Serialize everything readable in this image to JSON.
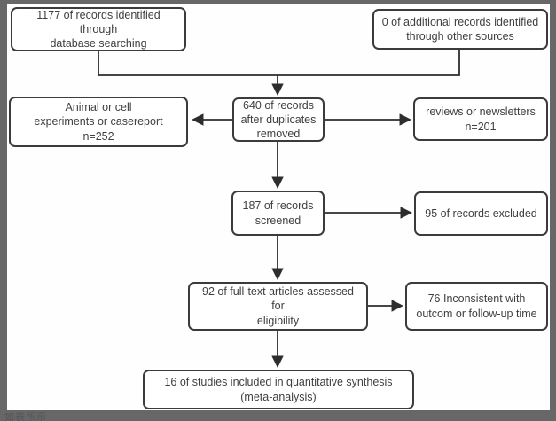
{
  "diagram": {
    "type": "flowchart",
    "description_colors": {
      "frame": "#676767",
      "box_border": "#3b3b3b",
      "box_fill": "#ffffff",
      "text": "#3f3f3f",
      "arrow": "#2d2d2d",
      "background": "#fefefe"
    },
    "nodes": [
      {
        "id": "records-identified-database",
        "text": "1177 of records identified through\ndatabase searching"
      },
      {
        "id": "records-identified-other",
        "text": "0 of additional records identified\nthrough other sources"
      },
      {
        "id": "excluded-animal-cell",
        "text": "Animal or cell\nexperiments or casereport\nn=252"
      },
      {
        "id": "records-after-duplicates",
        "text": "640 of records\nafter duplicates\nremoved"
      },
      {
        "id": "excluded-reviews-newsletters",
        "text": "reviews or newsletters\nn=201"
      },
      {
        "id": "records-screened",
        "text": "187 of records\nscreened"
      },
      {
        "id": "records-excluded",
        "text": "95 of records excluded"
      },
      {
        "id": "fulltext-assessed",
        "text": "92 of full-text articles assessed for\neligibility"
      },
      {
        "id": "excluded-inconsistent",
        "text": "76 Inconsistent with\noutcom or follow-up time"
      },
      {
        "id": "studies-included",
        "text": "16 of studies included in quantitative synthesis\n(meta-analysis)"
      }
    ],
    "edges": [
      {
        "from": "records-identified-database",
        "to": "records-after-duplicates"
      },
      {
        "from": "records-identified-other",
        "to": "records-after-duplicates"
      },
      {
        "from": "records-after-duplicates",
        "to": "excluded-animal-cell"
      },
      {
        "from": "records-after-duplicates",
        "to": "excluded-reviews-newsletters"
      },
      {
        "from": "records-after-duplicates",
        "to": "records-screened"
      },
      {
        "from": "records-screened",
        "to": "records-excluded"
      },
      {
        "from": "records-screened",
        "to": "fulltext-assessed"
      },
      {
        "from": "fulltext-assessed",
        "to": "excluded-inconsistent"
      },
      {
        "from": "fulltext-assessed",
        "to": "studies-included"
      }
    ],
    "watermark": "如表所示"
  }
}
